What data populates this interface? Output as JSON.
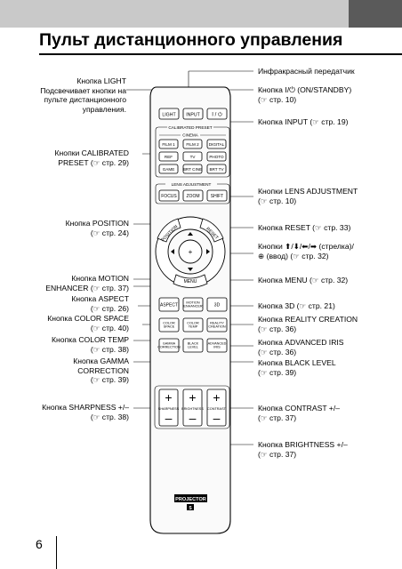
{
  "page": {
    "title": "Пульт дистанционного управления",
    "page_number": "6"
  },
  "remote": {
    "top_row": [
      "LIGHT",
      "INPUT"
    ],
    "power_symbol": "I / ⏻",
    "calibrated_preset_header": "CALIBRATED PRESET",
    "cinema_header": "CINEMA",
    "preset_rows": [
      [
        "FILM 1",
        "FILM 2",
        "DIGITAL"
      ],
      [
        "REF",
        "TV",
        "PHOTO"
      ],
      [
        "GAME",
        "BRT CINE",
        "BRT TV"
      ]
    ],
    "lens_header": "LENS ADJUSTMENT",
    "lens_buttons": [
      "FOCUS",
      "ZOOM",
      "SHIFT"
    ],
    "position_label": "POSITION",
    "reset_label": "RESET",
    "menu_label": "MENU",
    "row_aspect": [
      "ASPECT",
      "MOTION\nENHANCER",
      "3D"
    ],
    "row_color": [
      "COLOR\nSPACE",
      "COLOR\nTEMP",
      "REALITY\nCREATION"
    ],
    "row_gamma": [
      "GAMMA\nCORRECTION",
      "BLACK\nLEVEL",
      "ADVANCED\nIRIS"
    ],
    "level_labels": [
      "SHARPNESS",
      "BRIGHTNESS",
      "CONTRAST"
    ],
    "plus": "+",
    "minus": "–",
    "brand_label": "PROJECTOR",
    "brand_mark": "S"
  },
  "callouts_left": [
    {
      "lines": [
        "Кнопка LIGHT",
        "Подсвечивает кнопки на",
        "пульте дистанционного",
        "управления."
      ]
    },
    {
      "lines": [
        "Кнопки CALIBRATED",
        "PRESET (☞ стр. 29)"
      ]
    },
    {
      "lines": [
        "Кнопка POSITION",
        "(☞ стр. 24)"
      ]
    },
    {
      "lines": [
        "Кнопка MOTION",
        "ENHANCER (☞ стр. 37)"
      ]
    },
    {
      "lines": [
        "Кнопка ASPECT",
        "(☞ стр. 26)"
      ]
    },
    {
      "lines": [
        "Кнопка COLOR SPACE",
        "(☞ стр. 40)"
      ]
    },
    {
      "lines": [
        "Кнопка COLOR TEMP",
        "(☞ стр. 38)"
      ]
    },
    {
      "lines": [
        "Кнопка GAMMA",
        "CORRECTION",
        "(☞ стр. 39)"
      ]
    },
    {
      "lines": [
        "Кнопка SHARPNESS +/–",
        "(☞ стр. 38)"
      ]
    }
  ],
  "callouts_right": [
    {
      "lines": [
        "Инфракрасный передатчик"
      ]
    },
    {
      "lines": [
        "Кнопка I/⏻ (ON/STANDBY)",
        "(☞ стр. 10)"
      ]
    },
    {
      "lines": [
        "Кнопка INPUT (☞ стр. 19)"
      ]
    },
    {
      "lines": [
        "Кнопки LENS ADJUSTMENT",
        "(☞ стр. 10)"
      ]
    },
    {
      "lines": [
        "Кнопка RESET (☞ стр. 33)"
      ]
    },
    {
      "lines": [
        "Кнопки ⬆/⬇/⬅/➡ (стрелка)/",
        "⊕ (ввод) (☞ стр. 32)"
      ]
    },
    {
      "lines": [
        "Кнопка MENU (☞ стр. 32)"
      ]
    },
    {
      "lines": [
        "Кнопка 3D (☞ стр. 21)"
      ]
    },
    {
      "lines": [
        "Кнопка REALITY CREATION",
        "(☞ стр. 36)"
      ]
    },
    {
      "lines": [
        "Кнопка ADVANCED IRIS",
        "(☞ стр. 36)"
      ]
    },
    {
      "lines": [
        "Кнопка BLACK LEVEL",
        "(☞ стр. 39)"
      ]
    },
    {
      "lines": [
        "Кнопка CONTRAST +/–",
        "(☞ стр. 37)"
      ]
    },
    {
      "lines": [
        "Кнопка BRIGHTNESS +/–",
        "(☞ стр. 37)"
      ]
    }
  ]
}
